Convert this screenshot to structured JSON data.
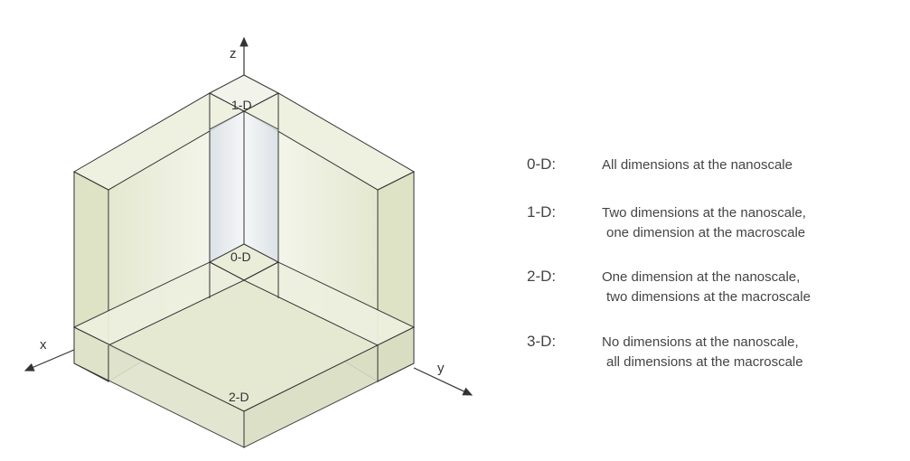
{
  "diagram": {
    "axes": {
      "x": "x",
      "y": "y",
      "z": "z"
    },
    "regions": {
      "one_d": "1-D",
      "zero_d": "0-D",
      "two_d": "2-D"
    },
    "colors": {
      "fill": "#e9ecd8",
      "fill_dark": "#d9ddc0",
      "line": "#333333",
      "tube": "#dde3e6"
    }
  },
  "legend": [
    {
      "key": "0-D:",
      "lines": [
        "All dimensions at the nanoscale"
      ]
    },
    {
      "key": "1-D:",
      "lines": [
        "Two dimensions at the nanoscale,",
        "one dimension at the macroscale"
      ]
    },
    {
      "key": "2-D:",
      "lines": [
        "One dimension at the nanoscale,",
        "two dimensions at the macroscale"
      ]
    },
    {
      "key": "3-D:",
      "lines": [
        "No dimensions at the nanoscale,",
        "all dimensions at the macroscale"
      ]
    }
  ]
}
